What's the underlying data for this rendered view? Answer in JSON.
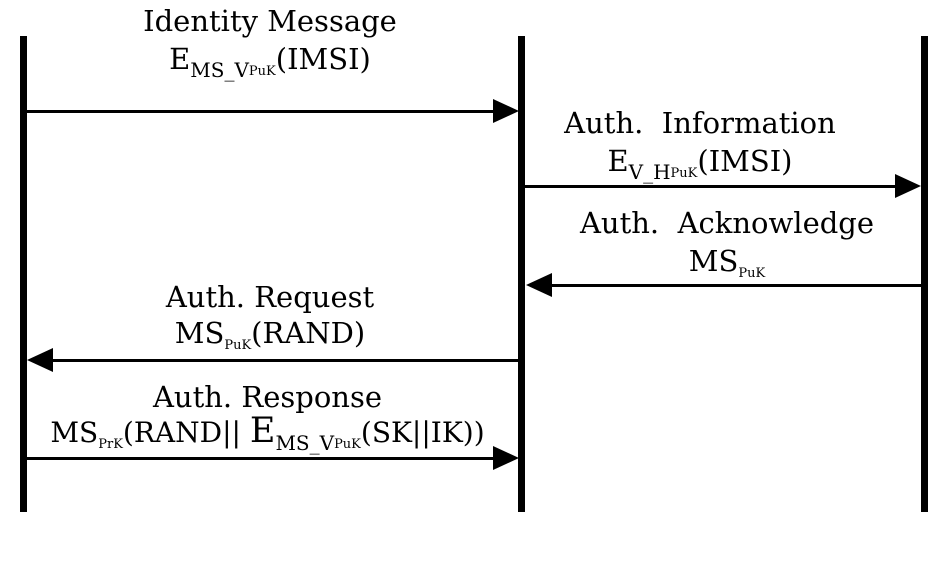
{
  "colors": {
    "ink": "#000000",
    "background": "#ffffff"
  },
  "diagram_type": "sequence-diagram",
  "lifelines": [
    {
      "position": "left"
    },
    {
      "position": "middle"
    },
    {
      "position": "right"
    }
  ],
  "messages": [
    {
      "title": "Identity Message",
      "from": "left",
      "to": "middle",
      "direction": "right",
      "formula": [
        {
          "t": "E",
          "s": "base"
        },
        {
          "t": "MS_V",
          "s": "sub"
        },
        {
          "t": "PuK",
          "s": "sub2"
        },
        {
          "t": "(IMSI)",
          "s": "base"
        }
      ]
    },
    {
      "title": "Auth.  Information",
      "from": "middle",
      "to": "right",
      "direction": "right",
      "formula": [
        {
          "t": "E",
          "s": "base"
        },
        {
          "t": "V_H",
          "s": "sub"
        },
        {
          "t": "PuK",
          "s": "sub2"
        },
        {
          "t": "(IMSI)",
          "s": "base"
        }
      ]
    },
    {
      "title": "Auth.  Acknowledge",
      "from": "right",
      "to": "middle",
      "direction": "left",
      "formula": [
        {
          "t": "MS",
          "s": "base"
        },
        {
          "t": "PuK",
          "s": "sub2"
        }
      ]
    },
    {
      "title": "Auth. Request",
      "from": "middle",
      "to": "left",
      "direction": "left",
      "formula": [
        {
          "t": "MS",
          "s": "base"
        },
        {
          "t": "PuK",
          "s": "sub2"
        },
        {
          "t": "(RAND)",
          "s": "base"
        }
      ]
    },
    {
      "title": "Auth. Response",
      "from": "left",
      "to": "middle",
      "direction": "right",
      "formula": [
        {
          "t": "MS",
          "s": "base"
        },
        {
          "t": "PrK",
          "s": "sub2"
        },
        {
          "t": "(RAND|| ",
          "s": "base"
        },
        {
          "t": "E",
          "s": "big"
        },
        {
          "t": "MS_V",
          "s": "sub"
        },
        {
          "t": "PuK",
          "s": "sub2"
        },
        {
          "t": "(SK||IK))",
          "s": "base"
        }
      ]
    }
  ]
}
